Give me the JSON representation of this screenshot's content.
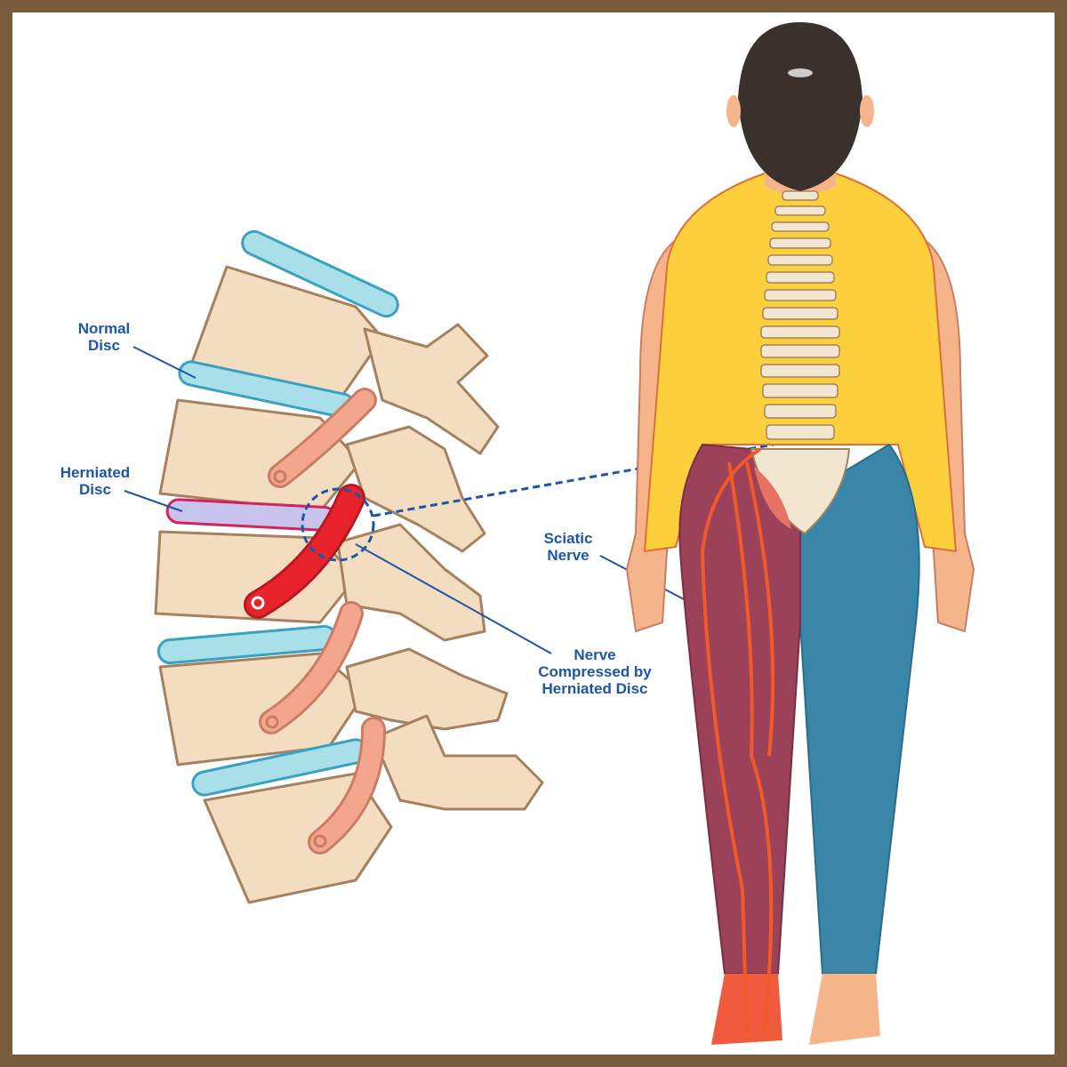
{
  "labels": {
    "normal_disc": "Normal\nDisc",
    "herniated_disc": "Herniated\nDisc",
    "nerve_compressed": "Nerve\nCompressed by\nHerniated Disc",
    "sciatic_nerve": "Sciatic\nNerve"
  },
  "colors": {
    "frame": "#7b5b3d",
    "label_text": "#1d56a6",
    "bone": "#f3dcc0",
    "disc": "#a9dfe9",
    "nerve": "#f4a68c",
    "inflamed_nerve": "#e8232b",
    "shirt": "#fbd03c",
    "affected_leg": "#9b4159",
    "normal_leg": "#3a86a8",
    "skin": "#f6b48a",
    "hair": "#3b312c"
  }
}
